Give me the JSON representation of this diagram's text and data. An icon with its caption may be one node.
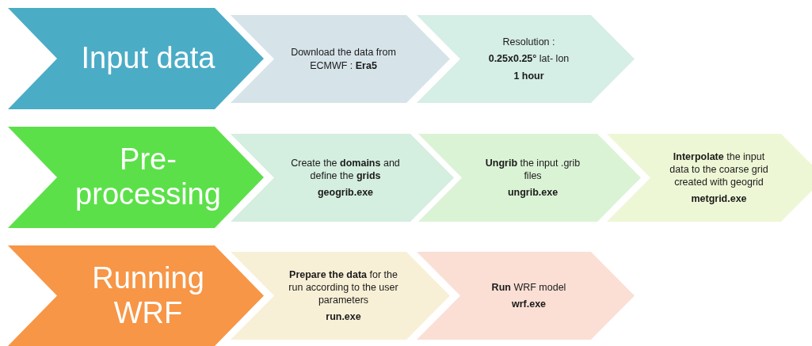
{
  "diagram": {
    "nodes": [
      {
        "text": [
          "Input data"
        ]
      },
      {
        "text": [
          "Download the data from ECMWF : **Era5**"
        ]
      },
      {
        "text": [
          "Resolution :",
          "**0.25x0.25°** lat- lon",
          "1 hour"
        ]
      },
      {
        "text": [
          "Pre-processing"
        ]
      },
      {
        "text": [
          "Create the **domains** and define the **grids**",
          "geogrib.exe"
        ]
      },
      {
        "text": [
          "**Ungrib** the input .grib files",
          "ungrib.exe"
        ]
      },
      {
        "text": [
          "**Interpolate** the input data to the coarse grid created with geogrid",
          "metgrid.exe"
        ]
      },
      {
        "text": [
          "Running WRF"
        ]
      },
      {
        "text": [
          "**Prepare the data** for the run according to the user parameters",
          "run.exe"
        ]
      },
      {
        "text": [
          "**Run** WRF model",
          "wrf.exe"
        ]
      }
    ]
  }
}
